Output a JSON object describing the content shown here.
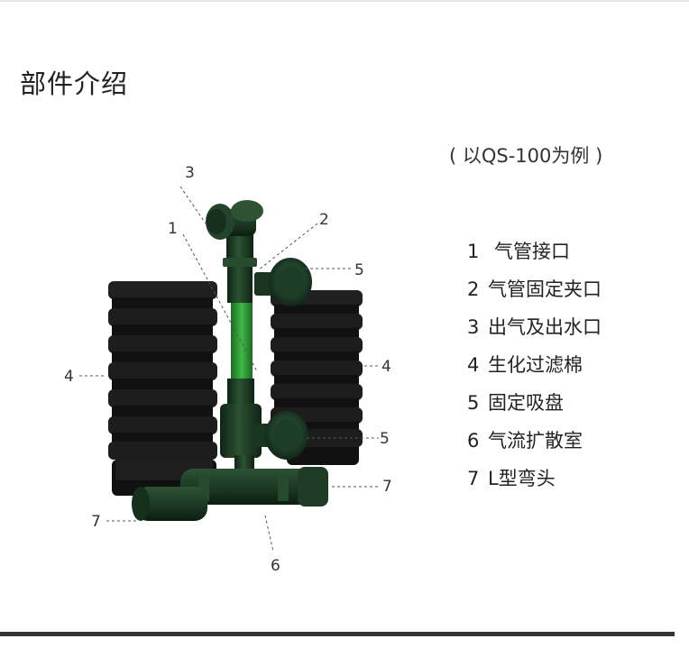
{
  "title": "部件介绍",
  "subtitle": "( 以QS-100为例 )",
  "parts": [
    {
      "num": "1",
      "label": "气管接口"
    },
    {
      "num": "2",
      "label": "气管固定夹口"
    },
    {
      "num": "3",
      "label": "出气及出水口"
    },
    {
      "num": "4",
      "label": "生化过滤棉"
    },
    {
      "num": "5",
      "label": "固定吸盘"
    },
    {
      "num": "6",
      "label": "气流扩散室"
    },
    {
      "num": "7",
      "label": "L型弯头"
    }
  ],
  "callouts": {
    "c1": "1",
    "c2": "2",
    "c3": "3",
    "c4_left": "4",
    "c4_right": "4",
    "c5_top": "5",
    "c5_bottom": "5",
    "c6": "6",
    "c7_left": "7",
    "c7_right": "7"
  },
  "colors": {
    "sponge": "#1b1b1b",
    "pipe": "#1d3a24",
    "tube": "#2f9a35",
    "bar": "#333333"
  }
}
